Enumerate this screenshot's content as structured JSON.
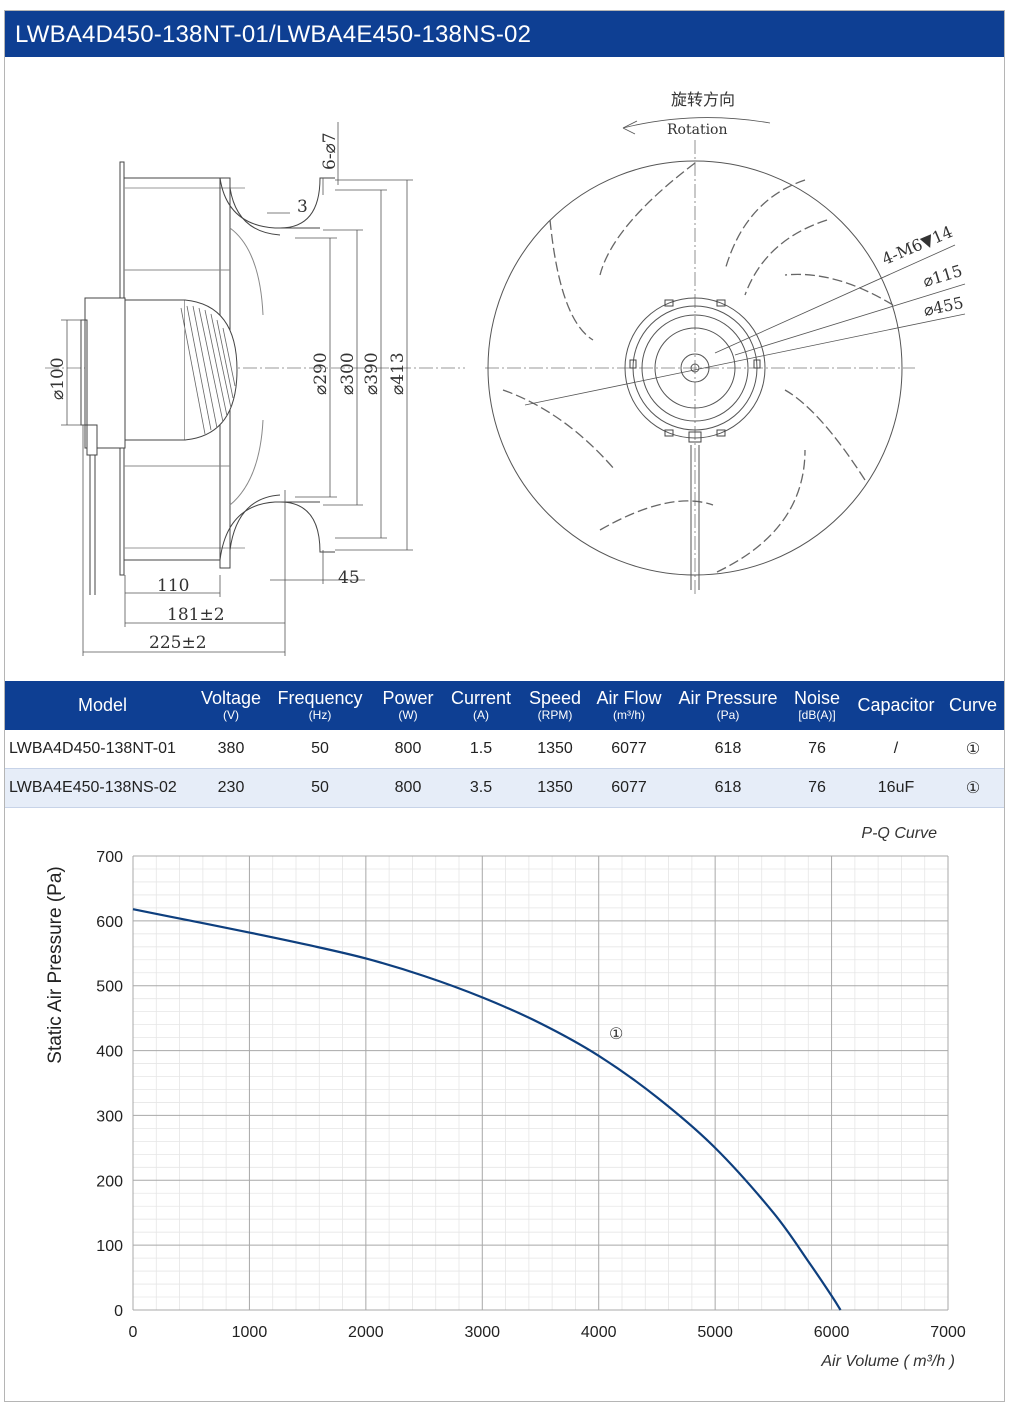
{
  "header": {
    "title": "LWBA4D450-138NT-01/LWBA4E450-138NS-02"
  },
  "drawing": {
    "dims_side": {
      "holes": "6-⌀7",
      "flange": "3",
      "d100": "⌀100",
      "d290": "⌀290",
      "d300": "⌀300",
      "d390": "⌀390",
      "d413": "⌀413",
      "len110": "110",
      "len181": "181±2",
      "len225": "225±2",
      "len45": "45"
    },
    "dims_front": {
      "rotation_cn": "旋转方向",
      "rotation_en": "Rotation",
      "thread": "4-M6▼14",
      "d115": "⌀115",
      "d455": "⌀455"
    }
  },
  "table": {
    "columns": [
      {
        "label": "Model",
        "unit": ""
      },
      {
        "label": "Voltage",
        "unit": "(V)"
      },
      {
        "label": "Frequency",
        "unit": "(Hz)"
      },
      {
        "label": "Power",
        "unit": "(W)"
      },
      {
        "label": "Current",
        "unit": "(A)"
      },
      {
        "label": "Speed",
        "unit": "(RPM)"
      },
      {
        "label": "Air Flow",
        "unit": "(m³/h)"
      },
      {
        "label": "Air Pressure",
        "unit": "(Pa)"
      },
      {
        "label": "Noise",
        "unit": "[dB(A)]"
      },
      {
        "label": "Capacitor",
        "unit": ""
      },
      {
        "label": "Curve",
        "unit": ""
      }
    ],
    "rows": [
      [
        "LWBA4D450-138NT-01",
        "380",
        "50",
        "800",
        "1.5",
        "1350",
        "6077",
        "618",
        "76",
        "/",
        "①"
      ],
      [
        "LWBA4E450-138NS-02",
        "230",
        "50",
        "800",
        "3.5",
        "1350",
        "6077",
        "618",
        "76",
        "16uF",
        "①"
      ]
    ]
  },
  "chart_data": {
    "type": "line",
    "title": "P-Q Curve",
    "xlabel": "Air Volume ( m³/h )",
    "ylabel": "Static Air Pressure  (Pa)",
    "xlim": [
      0,
      7000
    ],
    "ylim": [
      0,
      700
    ],
    "xticks": [
      0,
      1000,
      2000,
      3000,
      4000,
      5000,
      6000,
      7000
    ],
    "yticks": [
      0,
      100,
      200,
      300,
      400,
      500,
      600,
      700
    ],
    "grid": true,
    "series": [
      {
        "name": "①",
        "color": "#0e3f7e",
        "x": [
          0,
          500,
          1000,
          1500,
          2000,
          2500,
          3000,
          3500,
          4000,
          4500,
          5000,
          5500,
          5800,
          6000,
          6077
        ],
        "y": [
          618,
          600,
          582,
          563,
          542,
          515,
          482,
          442,
          392,
          328,
          250,
          150,
          75,
          22,
          0
        ]
      }
    ],
    "annotations": [
      {
        "text": "①",
        "x": 4150,
        "y": 418
      }
    ]
  }
}
